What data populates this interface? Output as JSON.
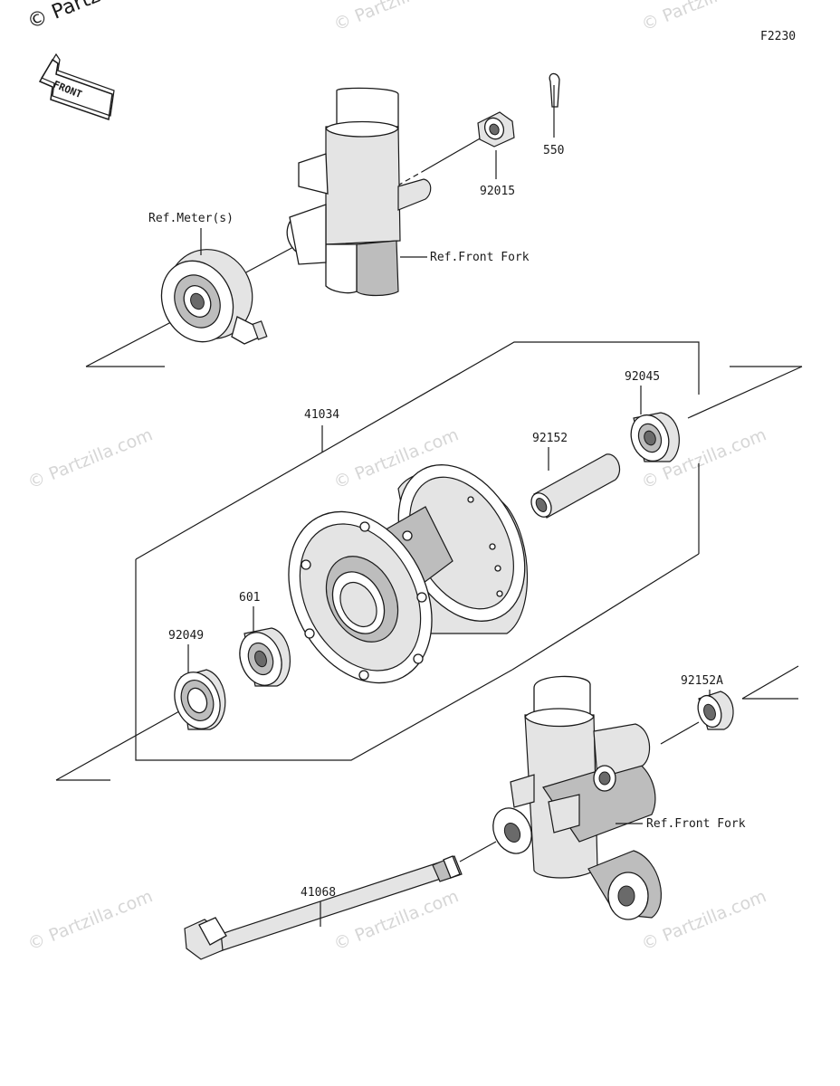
{
  "diagram_code": "F2230",
  "watermark": "© Partzilla.com",
  "front_arrow_label": "FRONT",
  "labels": {
    "ref_meter": "Ref.Meter(s)",
    "ref_front_fork_top": "Ref.Front Fork",
    "ref_front_fork_bottom": "Ref.Front Fork",
    "p550": "550",
    "p92015": "92015",
    "p41034": "41034",
    "p92045": "92045",
    "p92152": "92152",
    "p601": "601",
    "p92049": "92049",
    "p92152A": "92152A",
    "p41068": "41068"
  }
}
